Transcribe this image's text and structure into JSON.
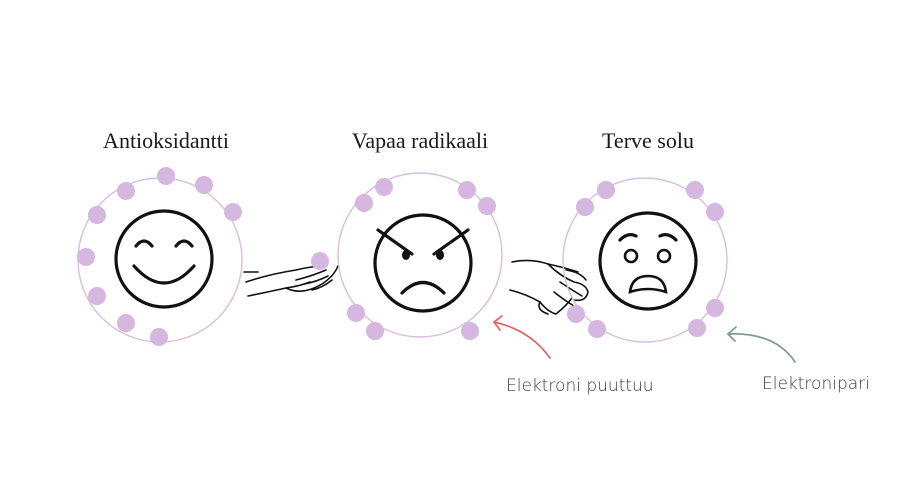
{
  "labels": {
    "antioxidant": "Antioksidantti",
    "free_radical": "Vapaa radikaali",
    "healthy_cell": "Terve solu"
  },
  "annotations": {
    "missing_electron": "Elektroni puuttuu",
    "electron_pair": "Elektronipari"
  },
  "colors": {
    "electron": "#d5b7e0",
    "orbit": "#d8bedf",
    "outline": "#111111",
    "missing_arrow": "#e06767",
    "pair_arrow": "#7f9c92",
    "annotation_text": "#3a3a3a"
  },
  "icons": {
    "antioxidant": "smiling-face-icon",
    "free_radical": "angry-face-icon",
    "healthy_cell": "worried-face-icon",
    "giving_hand": "offering-hand-icon",
    "grabbing_hand": "grabbing-hand-icon"
  }
}
